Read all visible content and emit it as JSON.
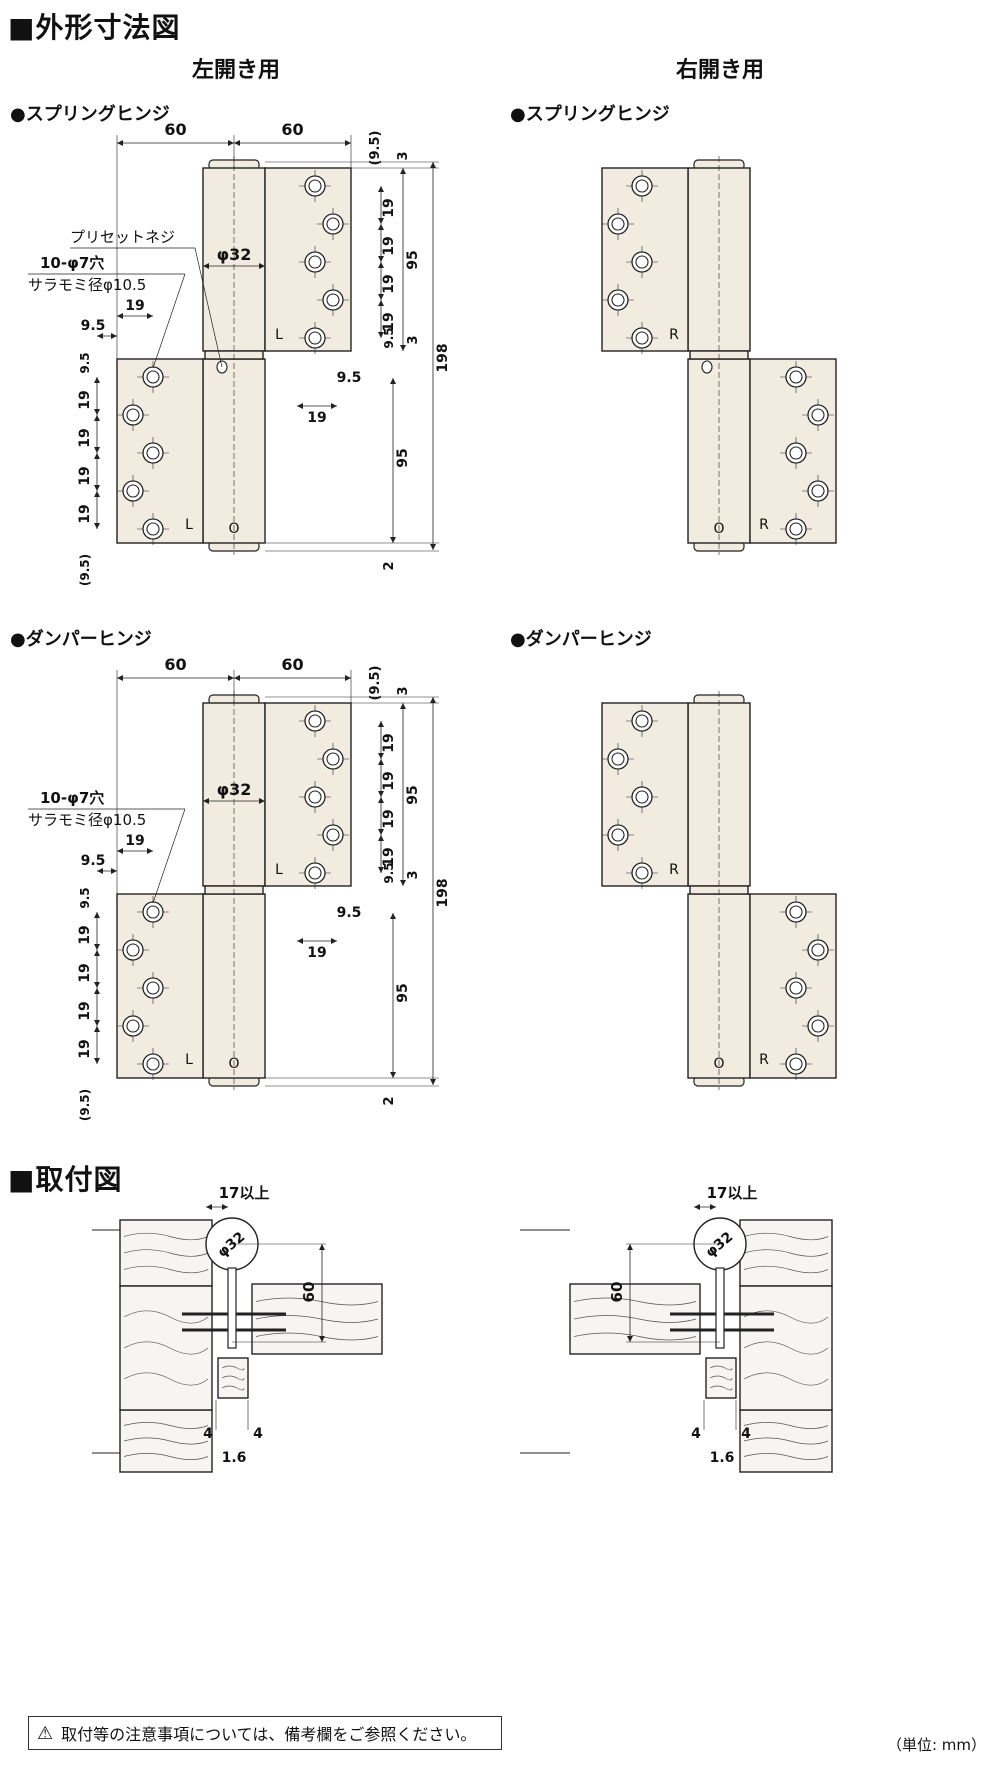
{
  "headings": {
    "dims": "■外形寸法図",
    "install": "■取付図"
  },
  "columns": {
    "left": "左開き用",
    "right": "右開き用"
  },
  "sections": {
    "spring": "●スプリングヒンジ",
    "damper": "●ダンパーヒンジ"
  },
  "labels": {
    "preset_screw": "プリセットネジ",
    "holes": "10-φ7穴",
    "countersink": "サラモミ径φ10.5",
    "pin_dia": "φ32",
    "left_mark": "L",
    "right_mark": "R",
    "pin_mark": "O"
  },
  "dims": {
    "w60": "60",
    "d3": "3",
    "d9_5p": "(9.5)",
    "d19": "19",
    "d95": "95",
    "d9_5": "9.5",
    "d198": "198",
    "d2": "2"
  },
  "install": {
    "min17": "17以上",
    "d32": "φ32",
    "d60": "60",
    "d4": "4",
    "d1_6": "1.6"
  },
  "footer": {
    "note": "取付等の注意事項については、備考欄をご参照ください。",
    "unit": "（単位: mm）"
  },
  "colors": {
    "leaf": "#f2ebe0",
    "stroke": "#222222",
    "wood": "#f7f5f1"
  }
}
